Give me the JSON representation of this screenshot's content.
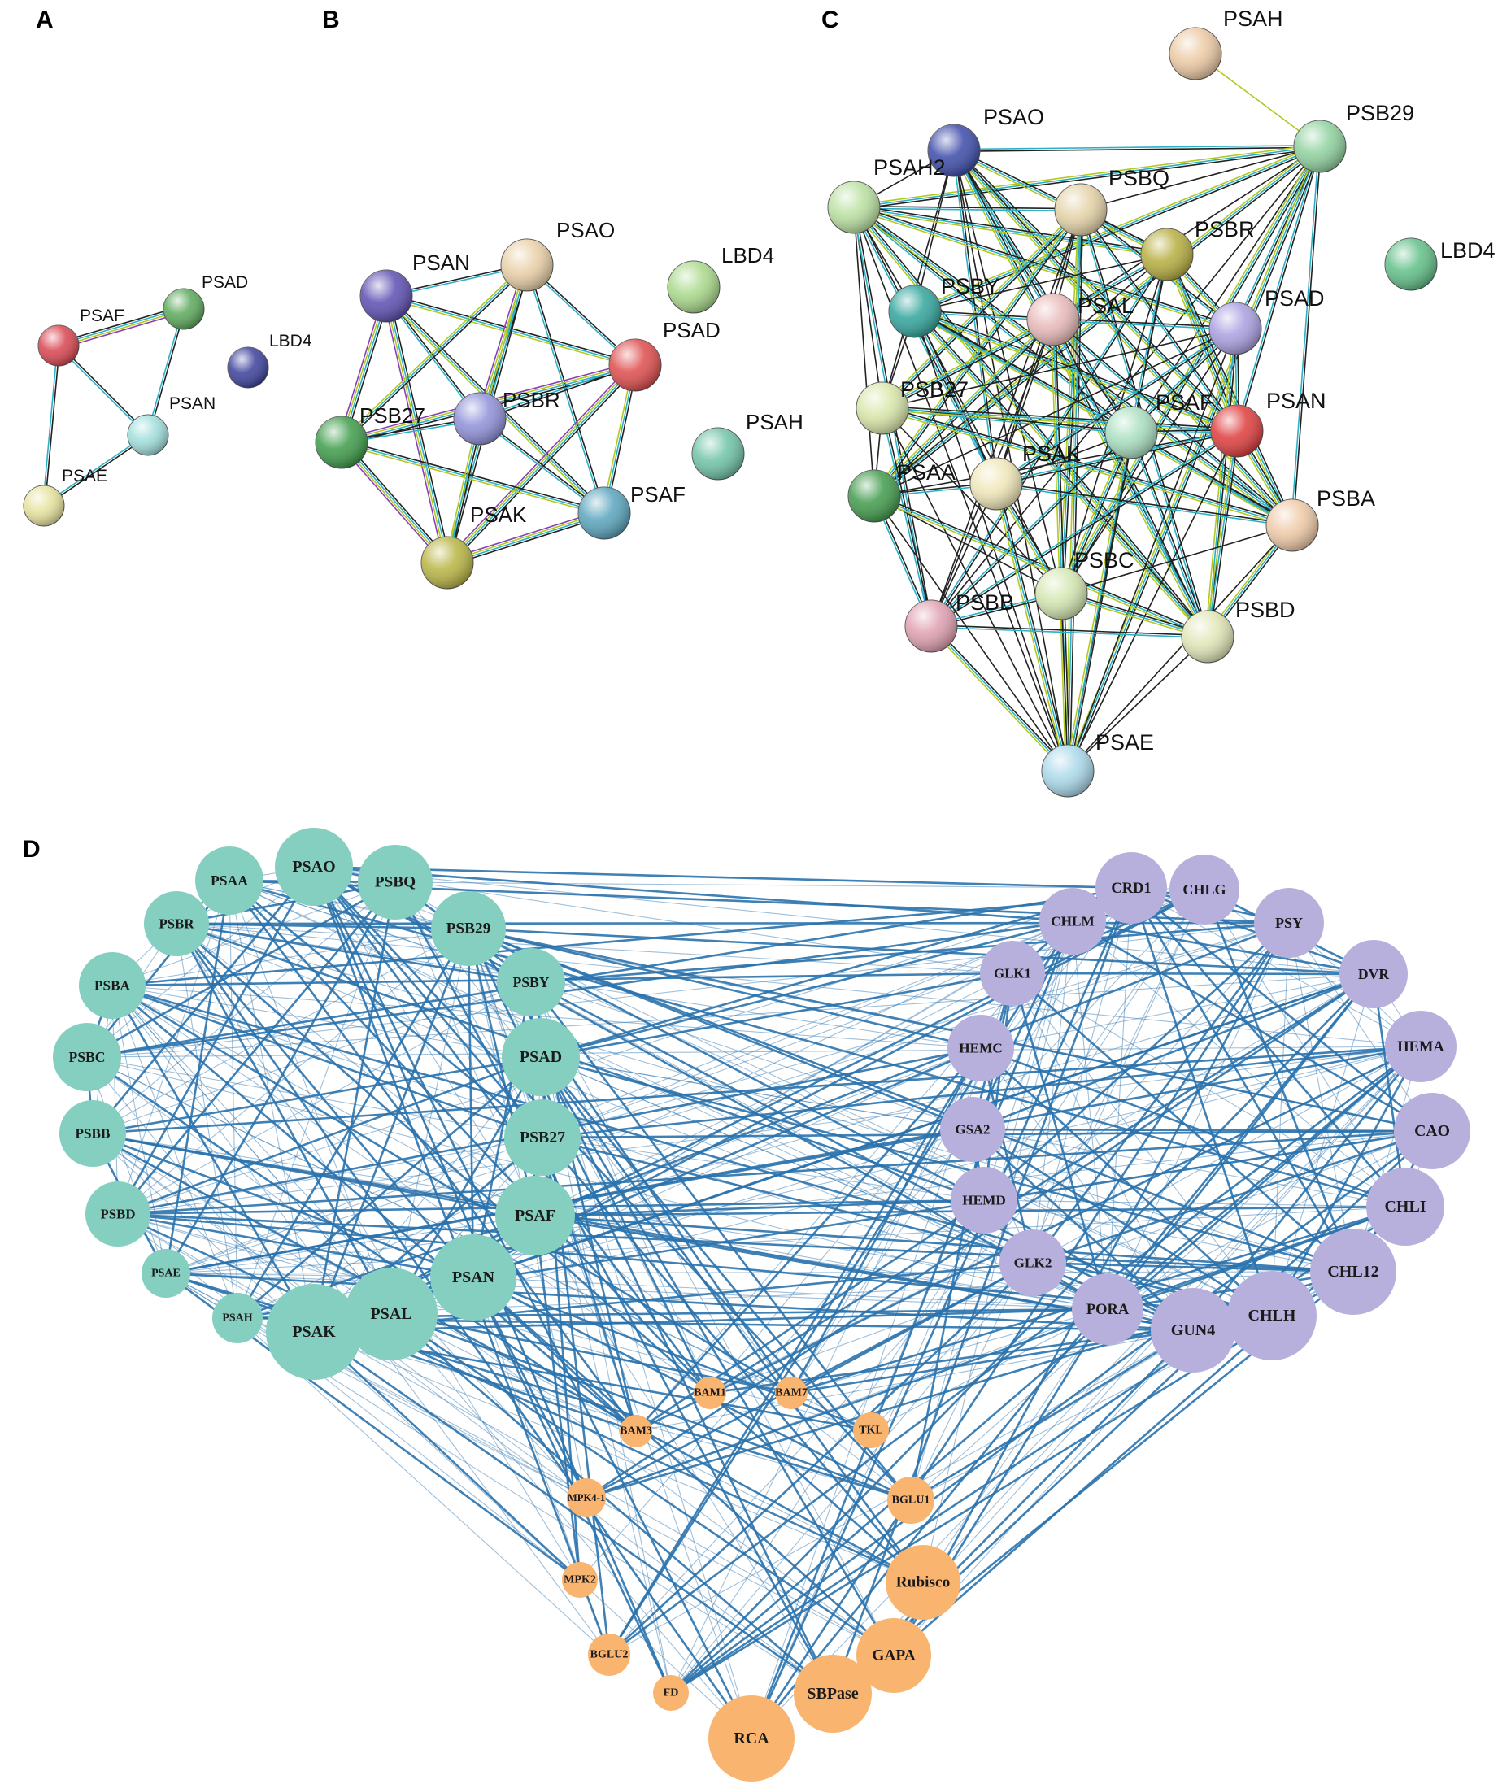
{
  "panels": {
    "A": {
      "label": "A",
      "nodes": [
        {
          "id": "PSAF",
          "label": "PSAF",
          "color": "#d8434e"
        },
        {
          "id": "PSAD",
          "label": "PSAD",
          "color": "#5aa85a"
        },
        {
          "id": "LBD4",
          "label": "LBD4",
          "color": "#3a3f9a"
        },
        {
          "id": "PSAN",
          "label": "PSAN",
          "color": "#9fdedc"
        },
        {
          "id": "PSAE",
          "label": "PSAE",
          "color": "#e6e29c"
        }
      ],
      "edges": [
        [
          "PSAF",
          "PSAD"
        ],
        [
          "PSAF",
          "PSAN"
        ],
        [
          "PSAF",
          "PSAE"
        ],
        [
          "PSAD",
          "PSAN"
        ],
        [
          "PSAN",
          "PSAE"
        ]
      ]
    },
    "B": {
      "label": "B",
      "nodes": [
        {
          "id": "PSAN",
          "label": "PSAN",
          "color": "#5b4db1"
        },
        {
          "id": "PSAO",
          "label": "PSAO",
          "color": "#e9cfa6"
        },
        {
          "id": "LBD4",
          "label": "LBD4",
          "color": "#a9d98a"
        },
        {
          "id": "PSAD",
          "label": "PSAD",
          "color": "#df4b4b"
        },
        {
          "id": "PSB27",
          "label": "PSB27",
          "color": "#3c9b48"
        },
        {
          "id": "PSBR",
          "label": "PSBR",
          "color": "#8e8fd9"
        },
        {
          "id": "PSAH",
          "label": "PSAH",
          "color": "#6ec3a6"
        },
        {
          "id": "PSAF",
          "label": "PSAF",
          "color": "#58a4bd"
        },
        {
          "id": "PSAK",
          "label": "PSAK",
          "color": "#b8b441"
        }
      ],
      "edges": [
        [
          "PSAN",
          "PSAO"
        ],
        [
          "PSAN",
          "PSAD"
        ],
        [
          "PSAN",
          "PSB27"
        ],
        [
          "PSAN",
          "PSBR"
        ],
        [
          "PSAN",
          "PSAF"
        ],
        [
          "PSAN",
          "PSAK"
        ],
        [
          "PSAO",
          "PSAD"
        ],
        [
          "PSAO",
          "PSB27"
        ],
        [
          "PSAO",
          "PSBR"
        ],
        [
          "PSAO",
          "PSAF"
        ],
        [
          "PSAO",
          "PSAK"
        ],
        [
          "PSAD",
          "PSB27"
        ],
        [
          "PSAD",
          "PSBR"
        ],
        [
          "PSAD",
          "PSAF"
        ],
        [
          "PSAD",
          "PSAK"
        ],
        [
          "PSB27",
          "PSBR"
        ],
        [
          "PSB27",
          "PSAF"
        ],
        [
          "PSB27",
          "PSAK"
        ],
        [
          "PSBR",
          "PSAF"
        ],
        [
          "PSBR",
          "PSAK"
        ],
        [
          "PSAF",
          "PSAK"
        ]
      ]
    },
    "C": {
      "label": "C",
      "nodes": [
        {
          "id": "PSAH",
          "label": "PSAH",
          "color": "#ecc9a3"
        },
        {
          "id": "PSB29",
          "label": "PSB29",
          "color": "#8fd19e"
        },
        {
          "id": "PSAO",
          "label": "PSAO",
          "color": "#3b4aa8"
        },
        {
          "id": "PSAH2",
          "label": "PSAH2",
          "color": "#b9e0a0"
        },
        {
          "id": "PSBQ",
          "label": "PSBQ",
          "color": "#e4d2a6"
        },
        {
          "id": "PSBR",
          "label": "PSBR",
          "color": "#b6ad3e"
        },
        {
          "id": "LBD4",
          "label": "LBD4",
          "color": "#5fbf87"
        },
        {
          "id": "PSBY",
          "label": "PSBY",
          "color": "#2fa49b"
        },
        {
          "id": "PSAL",
          "label": "PSAL",
          "color": "#e8b8b8"
        },
        {
          "id": "PSAD",
          "label": "PSAD",
          "color": "#a99ee0"
        },
        {
          "id": "PSB27",
          "label": "PSB27",
          "color": "#d8e6a8"
        },
        {
          "id": "PSAF",
          "label": "PSAF",
          "color": "#a8dec0"
        },
        {
          "id": "PSAN",
          "label": "PSAN",
          "color": "#df3b3b"
        },
        {
          "id": "PSAA",
          "label": "PSAA",
          "color": "#3f9a4a"
        },
        {
          "id": "PSAK",
          "label": "PSAK",
          "color": "#efe6b6"
        },
        {
          "id": "PSBA",
          "label": "PSBA",
          "color": "#efc9a6"
        },
        {
          "id": "PSBC",
          "label": "PSBC",
          "color": "#d3e6b0"
        },
        {
          "id": "PSBB",
          "label": "PSBB",
          "color": "#df9fb0"
        },
        {
          "id": "PSBD",
          "label": "PSBD",
          "color": "#e1e6b6"
        },
        {
          "id": "PSAE",
          "label": "PSAE",
          "color": "#a9d8ea"
        }
      ]
    },
    "D": {
      "label": "D",
      "group_colors": {
        "psa": "#84cfc0",
        "chl": "#b8b0dc",
        "carbon": "#f9b470"
      },
      "edge_color": "#2a72ad",
      "psa_nodes": [
        "PSAA",
        "PSAO",
        "PSBQ",
        "PSB29",
        "PSBY",
        "PSAD",
        "PSB27",
        "PSAF",
        "PSAN",
        "PSAL",
        "PSAK",
        "PSAH",
        "PSAE",
        "PSBD",
        "PSBB",
        "PSBC",
        "PSBA",
        "PSBR"
      ],
      "chl_nodes": [
        "CRD1",
        "CHLG",
        "PSY",
        "DVR",
        "HEMA",
        "CAO",
        "CHLI",
        "CHL12",
        "CHLH",
        "GUN4",
        "PORA",
        "GLK2",
        "HEMD",
        "GSA2",
        "HEMC",
        "GLK1",
        "CHLM"
      ],
      "carbon_nodes": [
        "BAM1",
        "BAM7",
        "BAM3",
        "TKL",
        "MPK4-1",
        "BGLU1",
        "MPK2",
        "Rubisco",
        "BGLU2",
        "GAPA",
        "FD",
        "SBPase",
        "RCA"
      ]
    }
  }
}
